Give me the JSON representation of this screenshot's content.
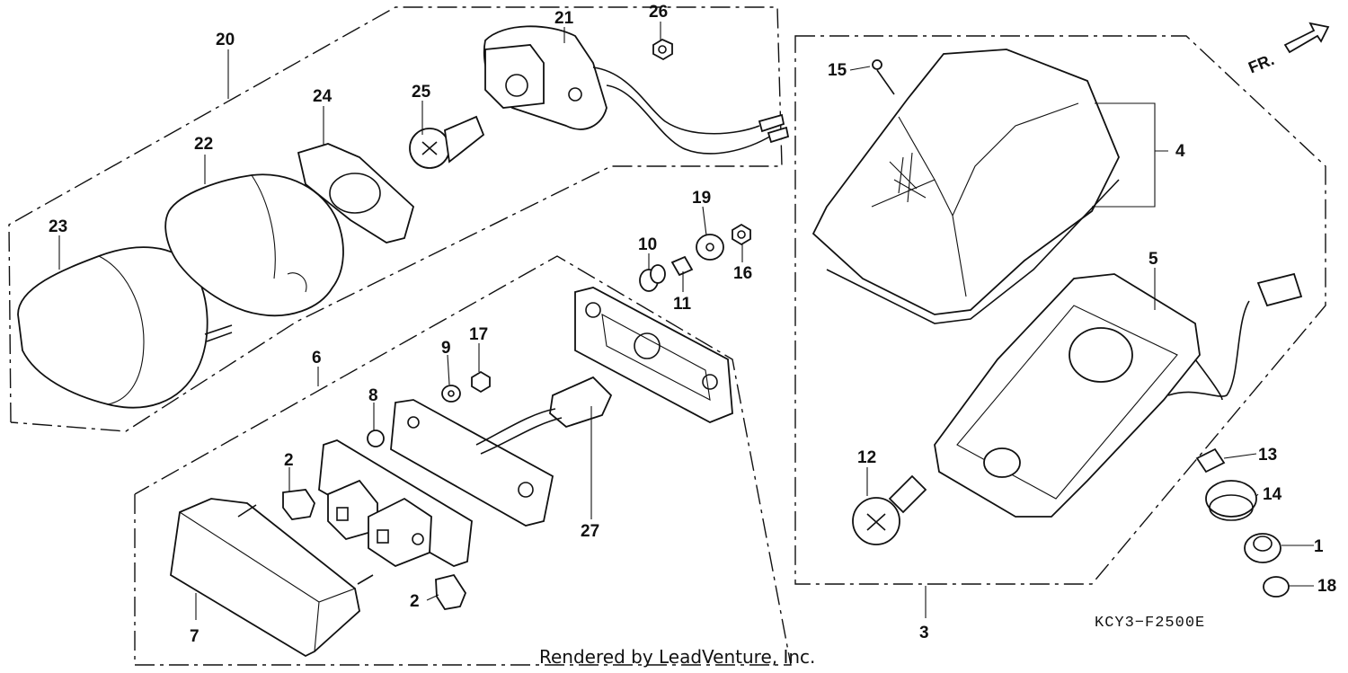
{
  "diagram": {
    "code": "KCY3−F2500E",
    "credit": "Rendered by LeadVenture, Inc.",
    "direction_label": "FR.",
    "callouts": [
      "1",
      "2",
      "2",
      "3",
      "4",
      "5",
      "6",
      "7",
      "8",
      "9",
      "10",
      "11",
      "12",
      "13",
      "14",
      "15",
      "16",
      "17",
      "18",
      "19",
      "20",
      "21",
      "22",
      "23",
      "24",
      "25",
      "26",
      "27"
    ]
  }
}
